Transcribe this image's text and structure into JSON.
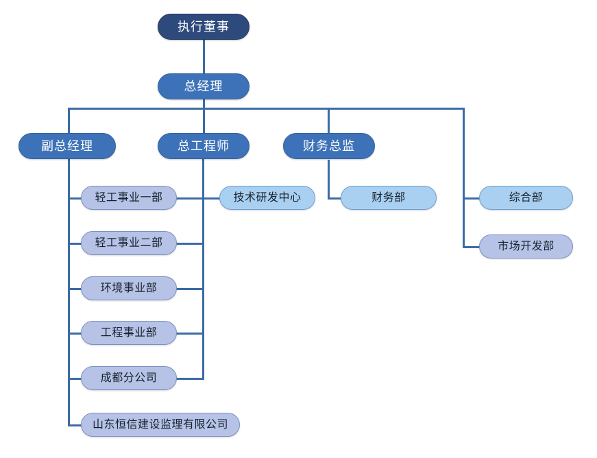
{
  "diagram": {
    "type": "org-chart",
    "title": "",
    "background_color": "#FFFFFF",
    "connector_color": "#3B6BA5",
    "palette": {
      "executive": "#2E4A7D",
      "manager": "#3D72B8",
      "department_sky": "#A9D0F0",
      "department_lavender": "#B6C3E6"
    },
    "nodes": {
      "executive_director": "执行董事",
      "general_manager": "总经理",
      "deputy_general_manager": "副总经理",
      "chief_engineer": "总工程师",
      "finance_director": "财务总监",
      "light_industry_div_1": "轻工事业一部",
      "light_industry_div_2": "轻工事业二部",
      "environment_div": "环境事业部",
      "engineering_div": "工程事业部",
      "chengdu_branch": "成都分公司",
      "shandong_hengxin": "山东恒信建设监理有限公司",
      "tech_rd_center": "技术研发中心",
      "finance_dept": "财务部",
      "general_affairs_dept": "综合部",
      "market_development_dept": "市场开发部"
    }
  }
}
